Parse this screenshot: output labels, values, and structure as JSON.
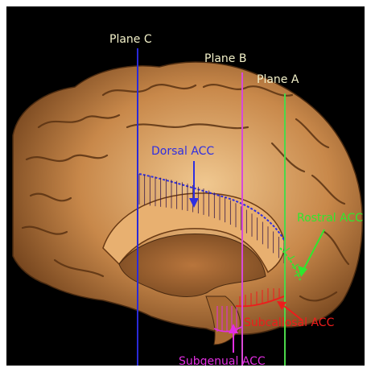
{
  "planes": [
    {
      "id": "c",
      "label": "Plane C",
      "color": "#2a2ad8"
    },
    {
      "id": "b",
      "label": "Plane B",
      "color": "#d84ad8"
    },
    {
      "id": "a",
      "label": "Plane A",
      "color": "#4ad84a"
    }
  ],
  "regions": [
    {
      "id": "dorsal",
      "label": "Dorsal ACC",
      "color": "#2f2fe0"
    },
    {
      "id": "rostral",
      "label": "Rostral ACC",
      "color": "#2ee82e"
    },
    {
      "id": "subcallosal",
      "label": "Subcallosal ACC",
      "color": "#ee1c1c"
    },
    {
      "id": "subgenual",
      "label": "Subgenual ACC",
      "color": "#e22ee2"
    }
  ],
  "colors": {
    "background": "#000000",
    "brain": "#c8884a",
    "brain_shadow": "#7a4a22",
    "brain_highlight": "#f0c890"
  }
}
